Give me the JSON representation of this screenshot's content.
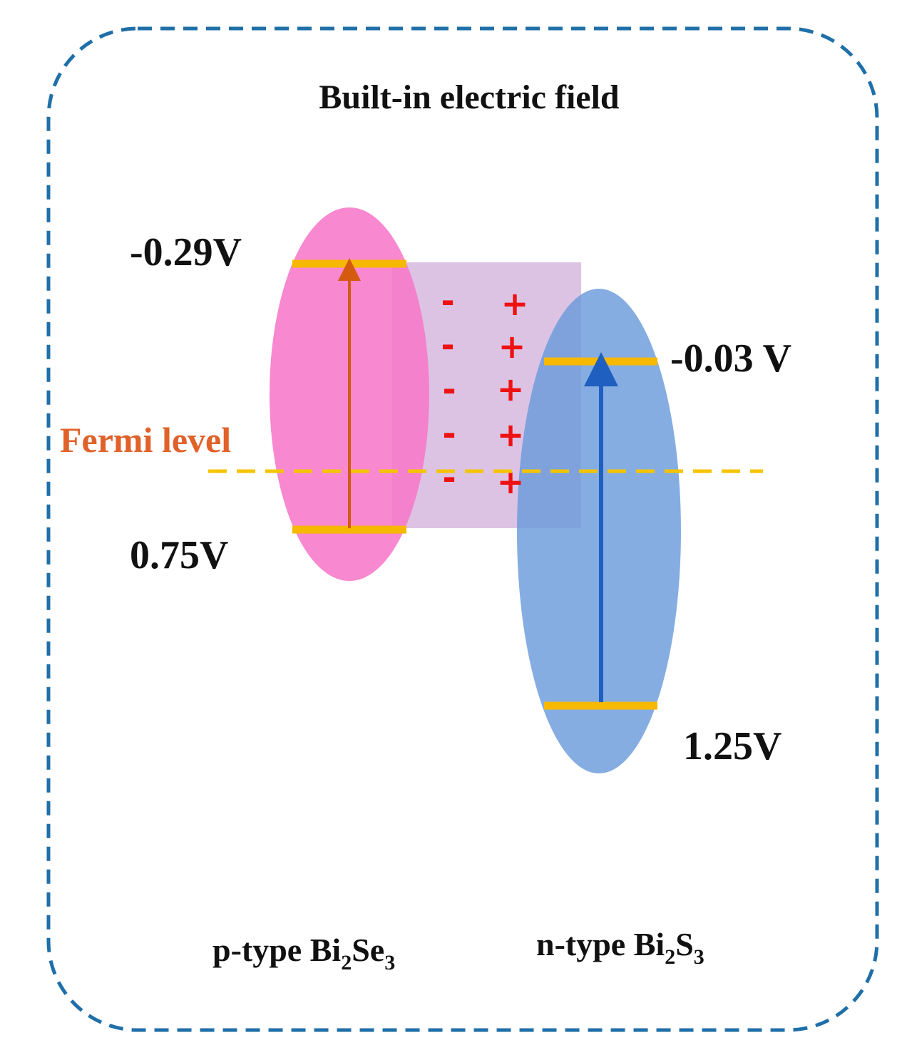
{
  "title": "Built-in electric field",
  "fermi_label": "Fermi level",
  "p_type": {
    "prefix": "p-type Bi",
    "sub1": "2",
    "mid": "Se",
    "sub2": "3",
    "cb_value": "-0.29V",
    "vb_value": "0.75V"
  },
  "n_type": {
    "prefix": "n-type Bi",
    "sub1": "2",
    "mid": "S",
    "sub2": "3",
    "cb_value": "-0.03 V",
    "vb_value": "1.25V"
  },
  "charges": {
    "minus": "-",
    "plus": "+",
    "rows": 5
  },
  "colors": {
    "border": "#1f6fa8",
    "p_ellipse": "#f778c8",
    "n_ellipse": "#6a9bdc",
    "depletion": "#c9a3d6",
    "band_line": "#f7b800",
    "p_arrow": "#d45a10",
    "n_arrow": "#1e5fbf",
    "fermi_line": "#f5c400",
    "fermi_text": "#e0622a",
    "charge": "#ee1111"
  }
}
